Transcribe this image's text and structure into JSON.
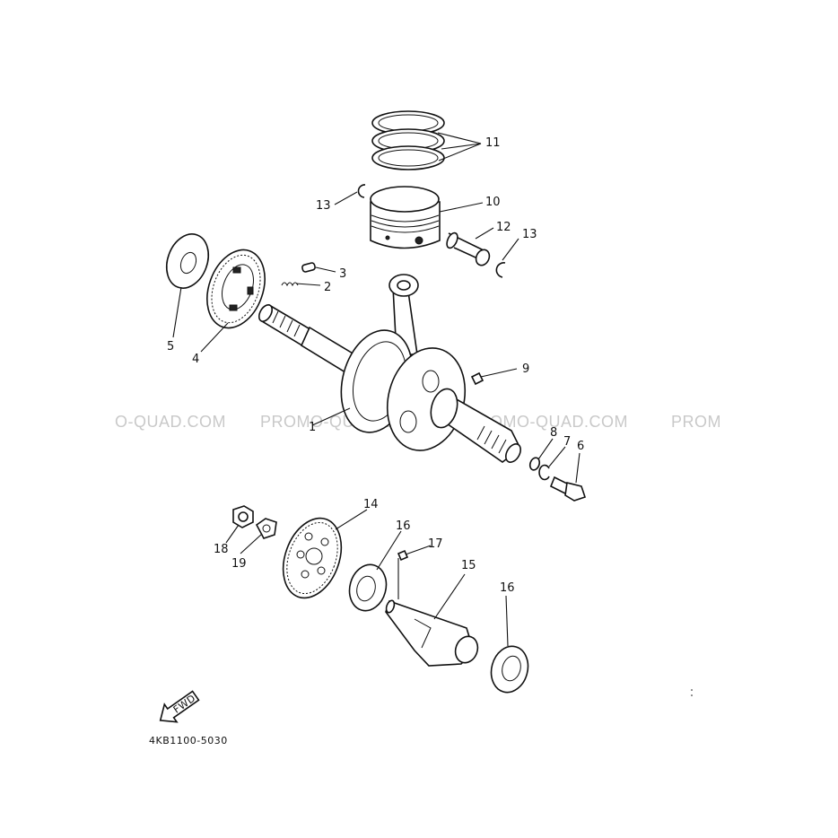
{
  "diagram": {
    "reference_code": "4KB1100-5030",
    "fwd_label": "FWD",
    "callouts": [
      "1",
      "2",
      "3",
      "4",
      "5",
      "6",
      "7",
      "8",
      "9",
      "10",
      "11",
      "12",
      "13",
      "13",
      "14",
      "15",
      "16",
      "16",
      "17",
      "18",
      "19"
    ],
    "watermark": [
      "O-QUAD.COM",
      "PROMO-QUAD.COM",
      "PROMO-QUAD.COM",
      "PROM"
    ]
  },
  "colors": {
    "line": "#111111",
    "watermark": "#c9c9c9",
    "background": "#ffffff"
  }
}
